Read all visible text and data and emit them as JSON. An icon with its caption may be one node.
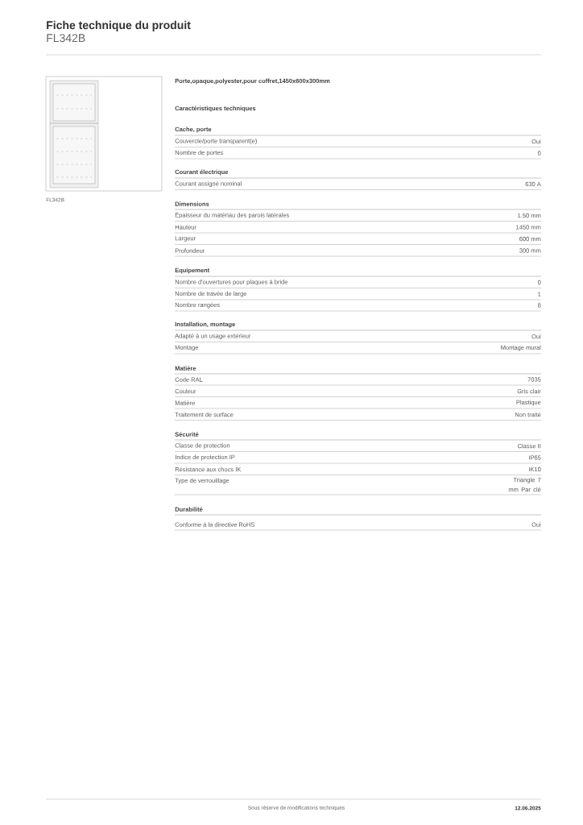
{
  "diagram": {
    "title": "Fiche technique du produit",
    "labels": [
      "FL342B",
      "Porte,opaque,polyester,pour coffret,1450x600x300mm",
      "Caractéristiques techniques",
      "Cache, porte",
      "Couvercle/porte transparent(e)",
      "Oui",
      "Nombre de portes",
      "0",
      "Courant électrique",
      "Courant assigné nominal",
      "630 A",
      "Dimensions",
      "Epaisseur du matériau des parois latérales",
      "1.50 mm",
      "Hauteur",
      "1450 mm",
      "Largeur",
      "600 mm",
      "Profondeur",
      "300 mm",
      "Equipement",
      "Nombre d'ouvertures pour plaques à bride",
      "0",
      "Nombre de travée de large",
      "1",
      "Nombre rangées",
      "8",
      "Installation, montage",
      "Adapté à un usage extérieur",
      "Oui",
      "Montage",
      "Montage mural",
      "Matière",
      "Code RAL",
      "7035",
      "Couleur",
      "Gris clair",
      "Matière",
      "Plastique",
      "Traitement de surface",
      "Non traité",
      "Sécurité",
      "Classe de protection",
      "Classe II",
      "Indice de protection IP",
      "IP65",
      "Résistance aux chocs IK",
      "IK10",
      "Type de verrouillage",
      "Triangle 7 mm Par clé",
      "Durabilité",
      "Conforme à la directive RoHS",
      "Oui",
      "FL342B",
      "Sous réserve de modifications techniques",
      "12.06.2025"
    ]
  }
}
